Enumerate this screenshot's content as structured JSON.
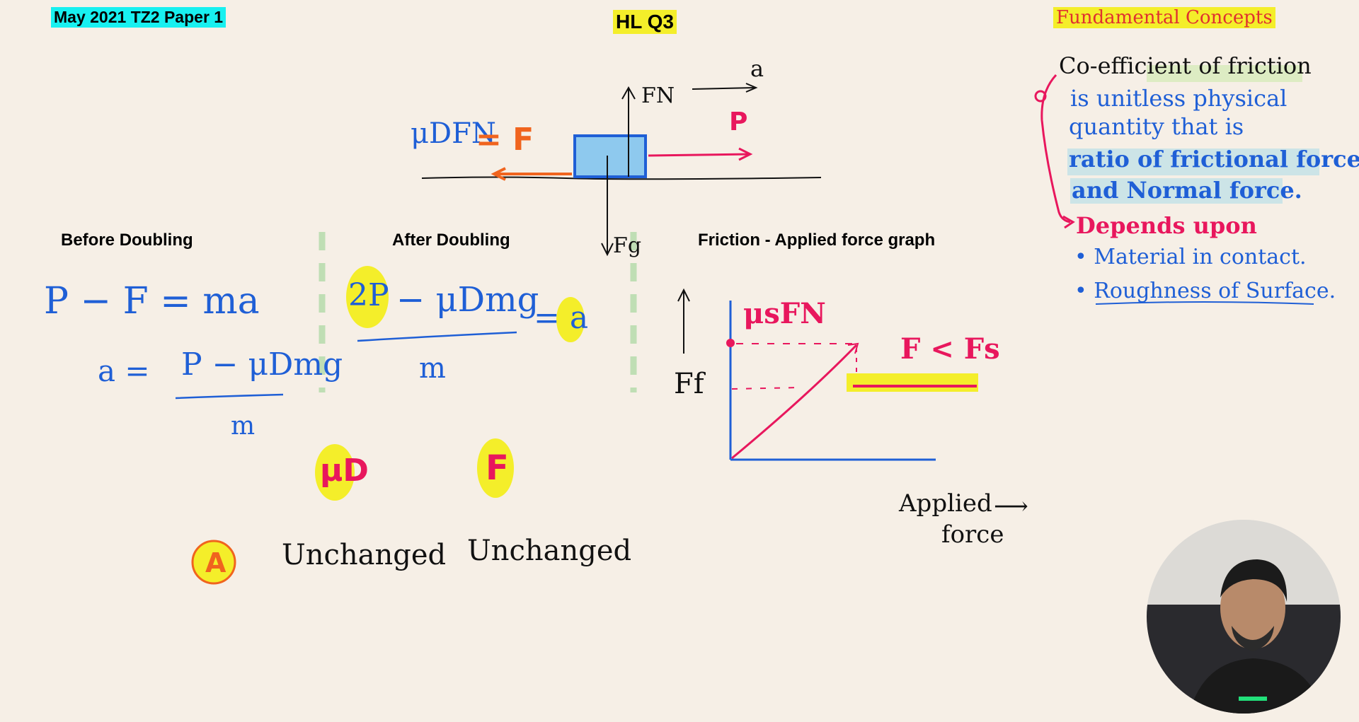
{
  "header": {
    "paper_title": "May 2021 TZ2 Paper 1",
    "question_title": "HL Q3",
    "concepts_title": "Fundamental Concepts"
  },
  "free_body": {
    "normal_force": "FN",
    "weight": "Fg",
    "acceleration": "a",
    "applied_force": "P",
    "friction_eq_lhs": "μDFN",
    "friction_eq_rhs": "= F"
  },
  "section_labels": {
    "before": "Before Doubling",
    "after": "After Doubling",
    "graph": "Friction - Applied force graph"
  },
  "before_doubling": {
    "eq1": "P − F = ma",
    "eq2_lhs": "a =",
    "eq2_num": "P − μDmg",
    "eq2_den": "m"
  },
  "after_doubling": {
    "num_2p": "2P",
    "num_rest": "− μDmg",
    "den": "m",
    "rhs": "= a"
  },
  "graph": {
    "ylabel": "Ff",
    "peak_label": "μsFN",
    "region_label": "F < Fs",
    "xlabel_1": "Applied",
    "xlabel_2": "force",
    "arrow": "⟶"
  },
  "answer": {
    "col1_head": "μD",
    "col2_head": "F",
    "choice": "A",
    "col1_value": "Unchanged",
    "col2_value": "Unchanged"
  },
  "concepts": {
    "line1": "Co-efficient of friction",
    "line2": "is unitless physical",
    "line3": "quantity that is",
    "line4": "ratio of frictional force",
    "line5": "and Normal force.",
    "depends": "Depends upon",
    "bullet1": "• Material in contact.",
    "bullet2": "• Roughness of Surface."
  },
  "colors": {
    "background": "#f6efe6",
    "ink_blue": "#1f5fd6",
    "ink_pink": "#e8175d",
    "ink_orange": "#f0641e",
    "highlight_yellow": "#f4ee2a",
    "cyan_tag": "#18f0f0"
  }
}
